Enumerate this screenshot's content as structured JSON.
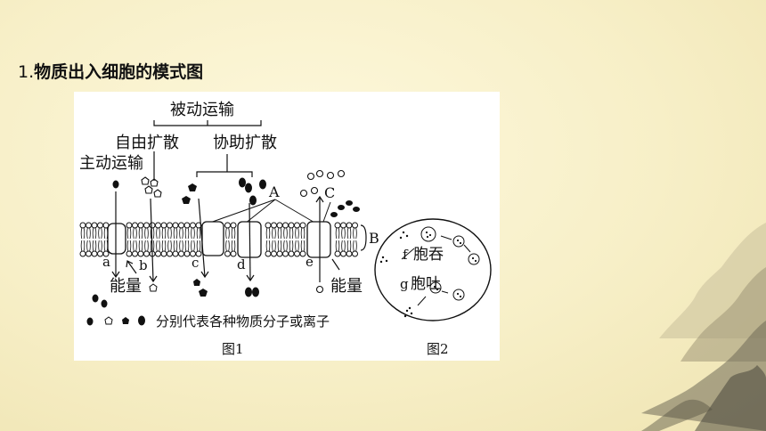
{
  "slide": {
    "title_number": "1.",
    "title_text": "物质出入细胞的模式图"
  },
  "figure": {
    "label_passive": "被动运输",
    "label_free_diffusion": "自由扩散",
    "label_facilitated": "协助扩散",
    "label_active": "主动运输",
    "label_a": "a",
    "label_b": "b",
    "label_c": "c",
    "label_d": "d",
    "label_e": "e",
    "label_A": "A",
    "label_B": "B",
    "label_C": "C",
    "label_energy_left": "能量",
    "label_energy_right": "能量",
    "legend_text": "分别代表各种物质分子或离子",
    "label_endocytosis_f": "f",
    "label_endocytosis": "胞吞",
    "label_exocytosis_g": "g",
    "label_exocytosis": "胞吐",
    "caption_fig1": "图1",
    "caption_fig2": "图2"
  }
}
